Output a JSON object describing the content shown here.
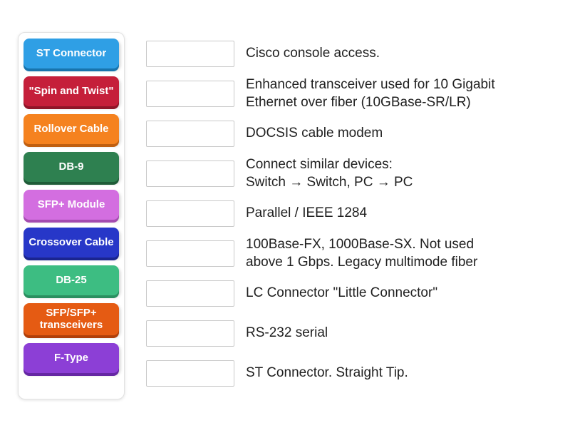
{
  "tiles": [
    {
      "label": "ST Connector",
      "color": "#2f9fe5",
      "shade": "#1874ad"
    },
    {
      "label": "\"Spin and Twist\"",
      "color": "#c51f3a",
      "shade": "#8f1528"
    },
    {
      "label": "Rollover Cable",
      "color": "#f5821f",
      "shade": "#c05f10"
    },
    {
      "label": "DB-9",
      "color": "#2e8050",
      "shade": "#1f5c38"
    },
    {
      "label": "SFP+ Module",
      "color": "#d36ee0",
      "shade": "#a44cb0"
    },
    {
      "label": "Crossover Cable",
      "color": "#2737c8",
      "shade": "#1a2590"
    },
    {
      "label": "DB-25",
      "color": "#3dbd82",
      "shade": "#2a8f60"
    },
    {
      "label": "SFP/SFP+ transceivers",
      "color": "#e55b13",
      "shade": "#b03f0a"
    },
    {
      "label": "F-Type",
      "color": "#8c3fd6",
      "shade": "#6527a3"
    }
  ],
  "rows": [
    {
      "text": "Cisco console access."
    },
    {
      "text": "Enhanced transceiver used for 10 Gigabit\nEthernet over fiber (10GBase-SR/LR)"
    },
    {
      "text": "DOCSIS cable modem"
    },
    {
      "text": "Connect similar devices:\nSwitch  →  Switch, PC  →  PC"
    },
    {
      "text": "Parallel / IEEE 1284"
    },
    {
      "text": "100Base-FX, 1000Base-SX. Not used\nabove 1 Gbps. Legacy multimode fiber"
    },
    {
      "text": "LC Connector \"Little Connector\""
    },
    {
      "text": "RS-232 serial"
    },
    {
      "text": "ST Connector. Straight Tip."
    }
  ]
}
